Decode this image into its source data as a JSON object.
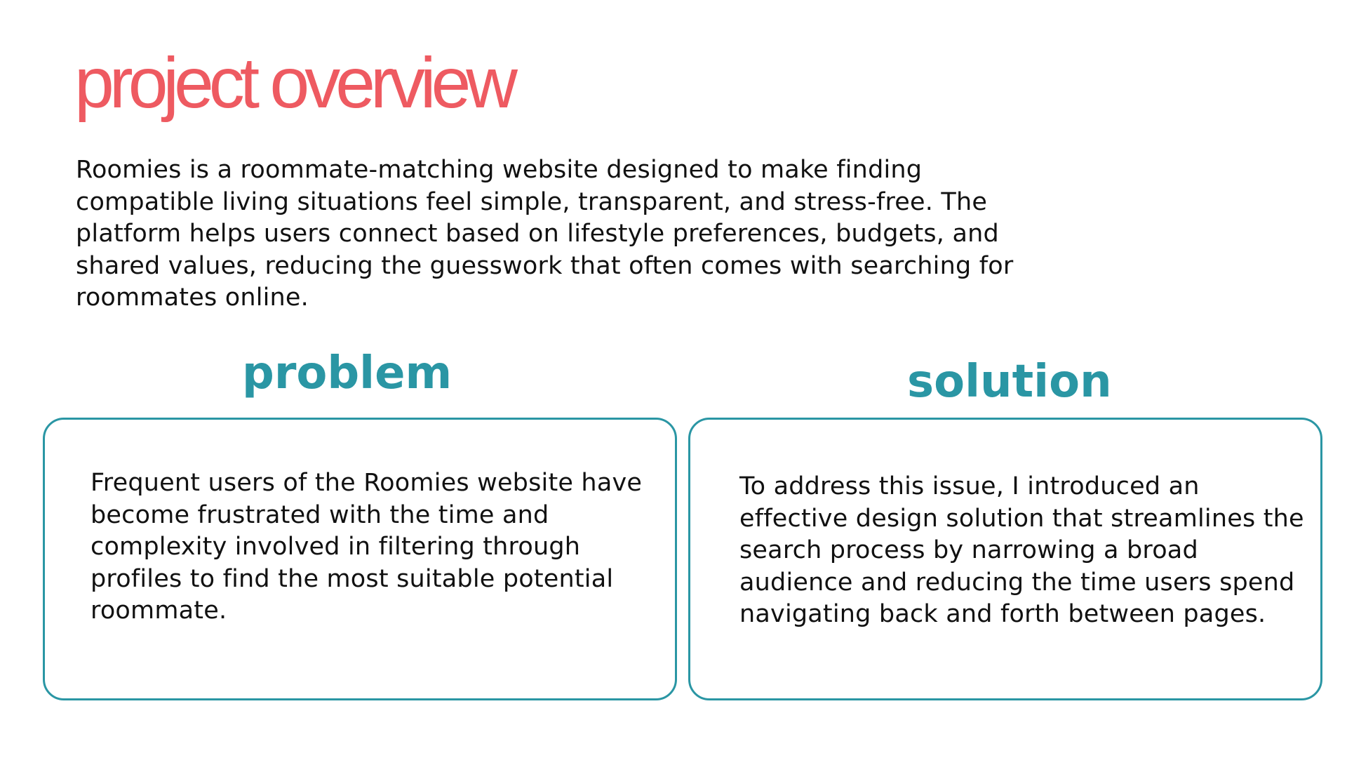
{
  "colors": {
    "title": "#ee5a61",
    "heading": "#2a96a4",
    "card_border": "#2a96a4",
    "text": "#111111",
    "background": "#ffffff"
  },
  "title": "project overview",
  "overview": "Roomies is a roommate-matching website designed to make finding compatible living situations feel simple, transparent, and stress-free. The platform helps users connect based on lifestyle preferences, budgets, and shared values, reducing the guesswork that often comes with searching for roommates online.",
  "problem": {
    "heading": "problem",
    "body": "Frequent users of the Roomies website have become frustrated with the time and complexity involved in filtering through profiles to find the most suitable potential roommate."
  },
  "solution": {
    "heading": "solution",
    "body": "To address this issue, I introduced an effective design solution that streamlines the search process by narrowing a broad audience and reducing the time users spend navigating back and forth between pages."
  }
}
